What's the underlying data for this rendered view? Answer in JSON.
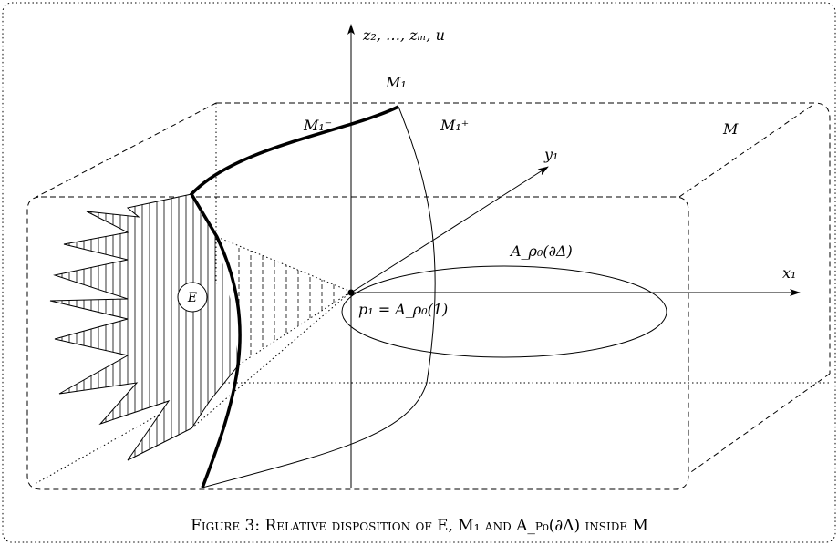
{
  "labels": {
    "axis_vertical": "z₂, …, zₘ, u",
    "x1": "x₁",
    "y1": "y₁",
    "M1": "M₁",
    "M1_minus": "M₁⁻",
    "M1_plus": "M₁⁺",
    "M": "M",
    "E": "E",
    "A_boundary": "A_ρ₀(∂Δ)",
    "p1": "p₁ = A_ρ₀(1)"
  },
  "caption": "Figure 3: Relative disposition of E, M₁ and A_ρ₀(∂Δ) inside M"
}
